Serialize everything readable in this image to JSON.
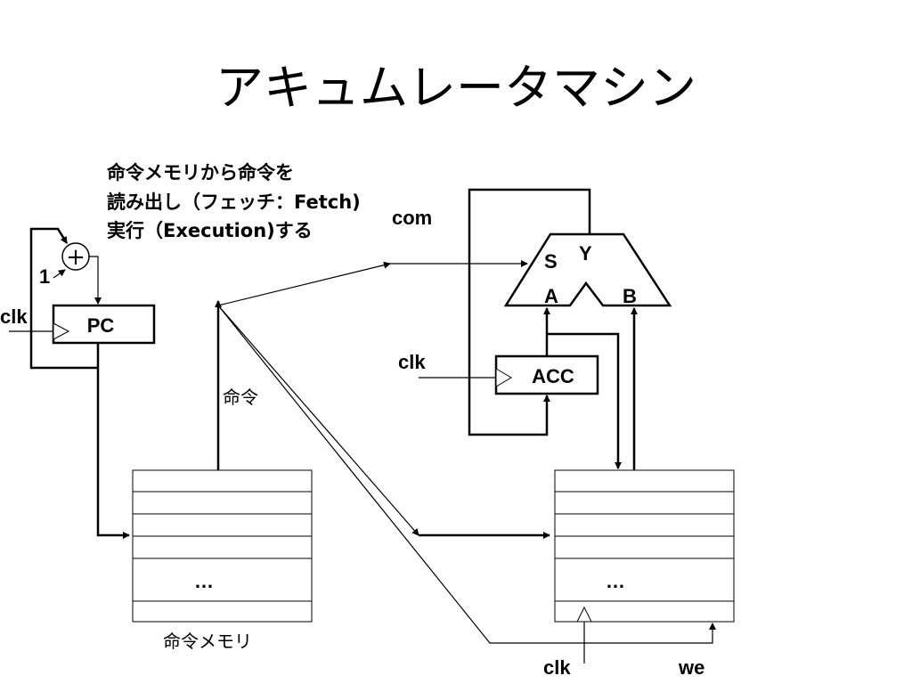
{
  "title": "アキュムレータマシン",
  "description": {
    "line1": "命令メモリから命令を",
    "line2": "読み出し（フェッチ：Fetch)",
    "line3": "実行（Execution)する"
  },
  "labels": {
    "com": "com",
    "one": "1",
    "clk_pc": "clk",
    "pc": "PC",
    "adder": "+",
    "instruction": "命令",
    "alu_s": "S",
    "alu_y": "Y",
    "alu_a": "A",
    "alu_b": "B",
    "clk_acc": "clk",
    "acc": "ACC",
    "inst_mem_ellipsis": "…",
    "inst_mem_label": "命令メモリ",
    "data_mem_ellipsis": "…",
    "clk_mem": "clk",
    "we": "we"
  }
}
